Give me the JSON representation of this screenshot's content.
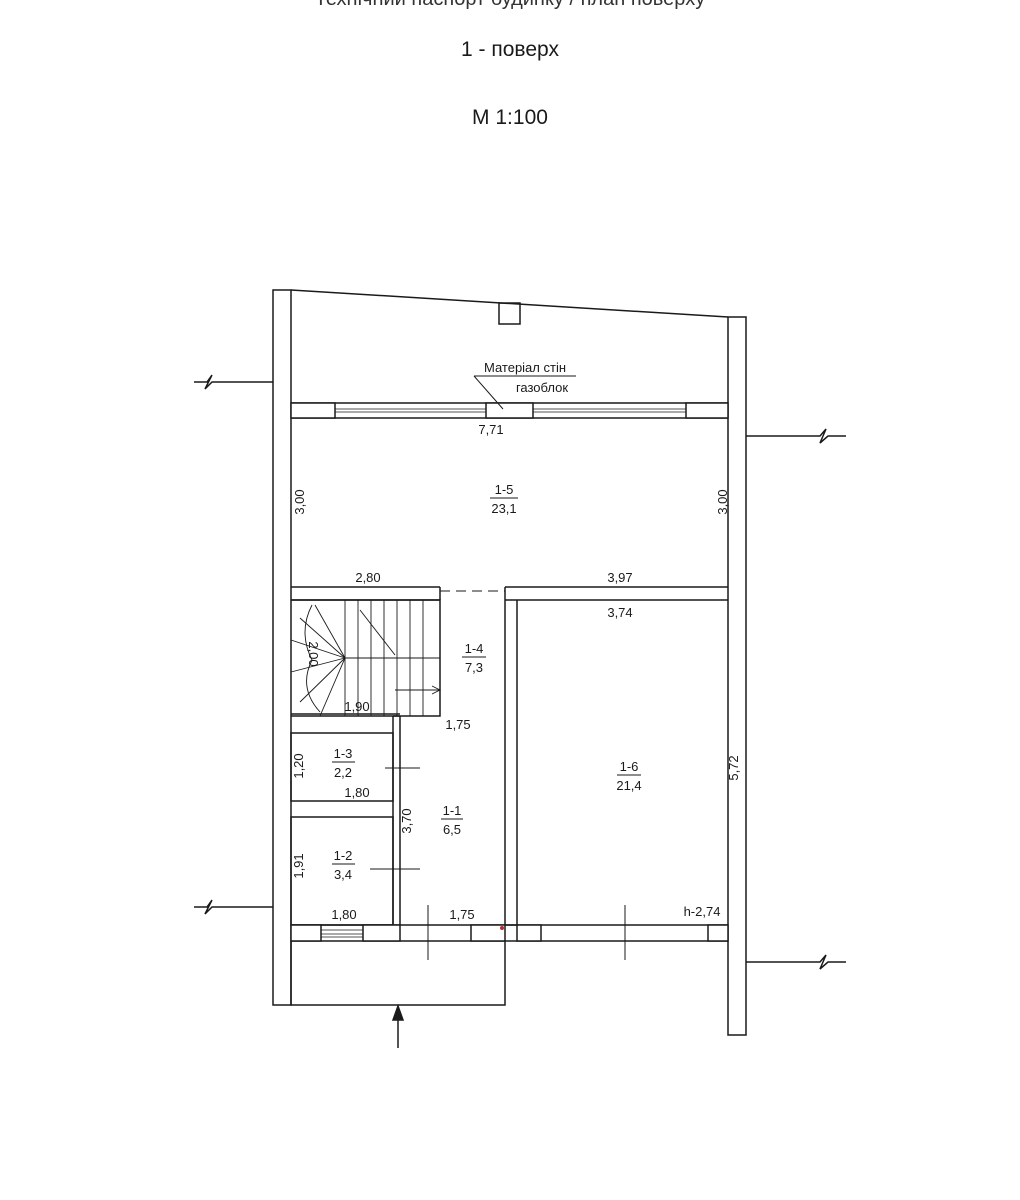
{
  "header": {
    "top_line": "Технічний паспорт будинку / план поверху",
    "floor": "1 - поверх",
    "scale": "М 1:100"
  },
  "annotation": {
    "line1": "Матеріал стін",
    "line2": "газоблок"
  },
  "rooms": [
    {
      "id": "1-5",
      "area": "23,1"
    },
    {
      "id": "1-4",
      "area": "7,3"
    },
    {
      "id": "1-3",
      "area": "2,2"
    },
    {
      "id": "1-2",
      "area": "3,4"
    },
    {
      "id": "1-1",
      "area": "6,5"
    },
    {
      "id": "1-6",
      "area": "21,4"
    }
  ],
  "dimensions": {
    "top_width": "7,71",
    "left_height_15": "3,00",
    "right_height_15": "3,00",
    "bottom_left_15": "2,80",
    "bottom_right_15": "3,97",
    "top_16": "3,74",
    "stair_height": "2,00",
    "stair_width": "1,90",
    "hall_width_top": "1,75",
    "room13_height": "1,20",
    "room13_width": "1,80",
    "hall_height": "3,70",
    "room12_height": "1,91",
    "room12_width": "1,80",
    "hall_width_bottom": "1,75",
    "room16_height": "5,72",
    "ceiling_height": "h-2,74"
  }
}
